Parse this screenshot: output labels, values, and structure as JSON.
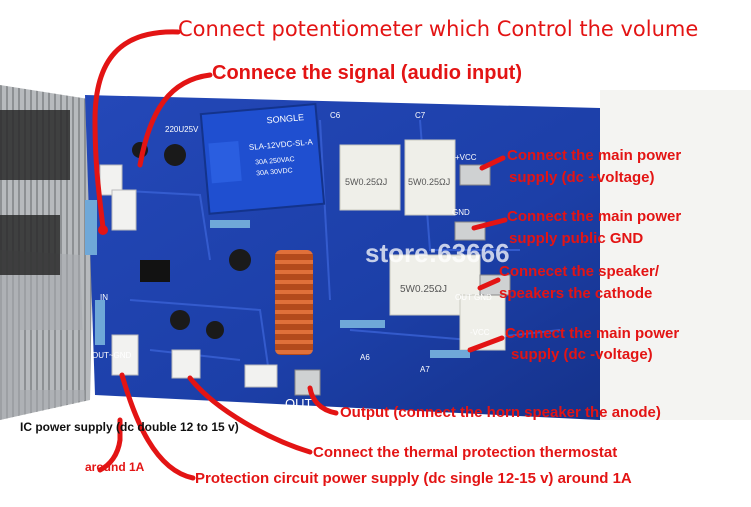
{
  "labels": {
    "volume_pot": "Connect potentiometer which Control the volume",
    "signal_input": "Connece the signal (audio input)",
    "pos_supply_l1": "Connect the main power",
    "pos_supply_l2": "supply (dc +voltage)",
    "gnd_supply_l1": "Connect the main power",
    "gnd_supply_l2": "supply public GND",
    "speaker_l1": "Connecet the speaker/",
    "speaker_l2": "speakers the cathode",
    "neg_supply_l1": "Connect the main power",
    "neg_supply_l2": "supply (dc -voltage)",
    "output": "Output (connect the horn speaker the anode)",
    "ic_power": "IC power supply (dc double 12 to 15 v)",
    "around_1a": "around 1A",
    "thermal": "Connect the thermal protection thermostat",
    "protection": "Protection circuit power supply (dc single 12-15 v) around 1A"
  },
  "board": {
    "watermark": "store:63666",
    "relay_brand": "SONGLE",
    "relay_model": "SLA-12VDC-SL-A",
    "relay_rating_1": "30A 250VAC",
    "relay_rating_2": "30A 30VDC",
    "resistor_label": "5W0.25ΩJ",
    "silk_c6": "C6",
    "silk_c7": "C7",
    "silk_vcc_pos": "+VCC",
    "silk_gnd": "GND",
    "silk_out_gnd": "OUT GND",
    "silk_vcc_neg": "-VCC",
    "silk_out": "OUT",
    "silk_in": "IN",
    "silk_out_gnd_left": "OUT~GND",
    "silk_a6": "A6",
    "silk_a7": "A7",
    "silk_cap": "220U25V"
  },
  "colors": {
    "label_red": "#e31414",
    "pcb_blue": "#1c3fa8",
    "heatsink_grey": "#b9bcbf"
  }
}
